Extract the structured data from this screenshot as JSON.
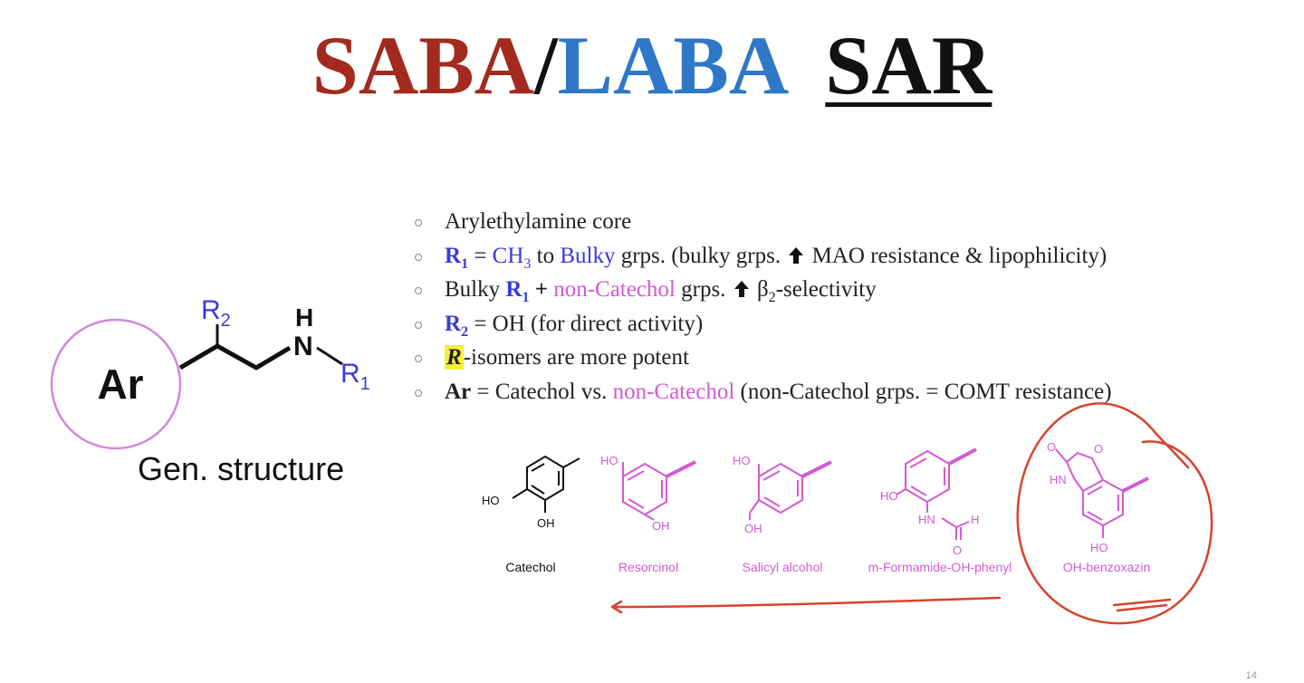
{
  "title": {
    "part1": "SABA",
    "slash": "/",
    "part2": "LABA",
    "part3": "SAR"
  },
  "structure": {
    "ring_label": "Ar",
    "r2": "R",
    "r2_sub": "2",
    "nh_h": "H",
    "nh_n": "N",
    "r1": "R",
    "r1_sub": "1",
    "caption": "Gen. structure"
  },
  "bullets": {
    "b1": {
      "text": "Arylethylamine core"
    },
    "b2": {
      "r": "R",
      "r_sub": "1",
      "eq": " = ",
      "ch": "CH",
      "ch_sub": "3",
      "to": " to ",
      "bulky": "Bulky",
      "rest1": " grps. (bulky grps. ",
      "rest2": " MAO resistance & lipophilicity)"
    },
    "b3": {
      "pre": "Bulky ",
      "r": "R",
      "r_sub": "1",
      "plus": " + ",
      "noncat": "non-Catechol",
      "mid": " grps. ",
      "beta": " β",
      "beta_sub": "2",
      "end": "-selectivity"
    },
    "b4": {
      "r": "R",
      "r_sub": "2",
      "rest": " = OH (for direct activity)"
    },
    "b5": {
      "r": "R",
      "rest": "-isomers are more potent"
    },
    "b6": {
      "ar": "Ar",
      "mid": " = Catechol vs. ",
      "noncat": "non-Catechol",
      "end": " (non-Catechol grps. = COMT resistance)"
    }
  },
  "chemicals": [
    {
      "name": "Catechol",
      "labels": [
        "HO",
        "OH"
      ]
    },
    {
      "name": "Resorcinol",
      "labels": [
        "HO",
        "OH"
      ]
    },
    {
      "name": "Salicyl alcohol",
      "labels": [
        "HO",
        "OH"
      ]
    },
    {
      "name": "m-Formamide-OH-phenyl",
      "labels": [
        "HO",
        "HN",
        "H",
        "O"
      ]
    },
    {
      "name": "OH-benzoxazin",
      "labels": [
        "O",
        "O",
        "HN",
        "HO"
      ]
    }
  ],
  "colors": {
    "saba": "#a32a1e",
    "laba": "#2f78c8",
    "pink": "#d35ad3",
    "blue": "#3a3ad6",
    "annotation": "#d9432c",
    "highlight": "#f5ee3a"
  },
  "page_number": "14"
}
